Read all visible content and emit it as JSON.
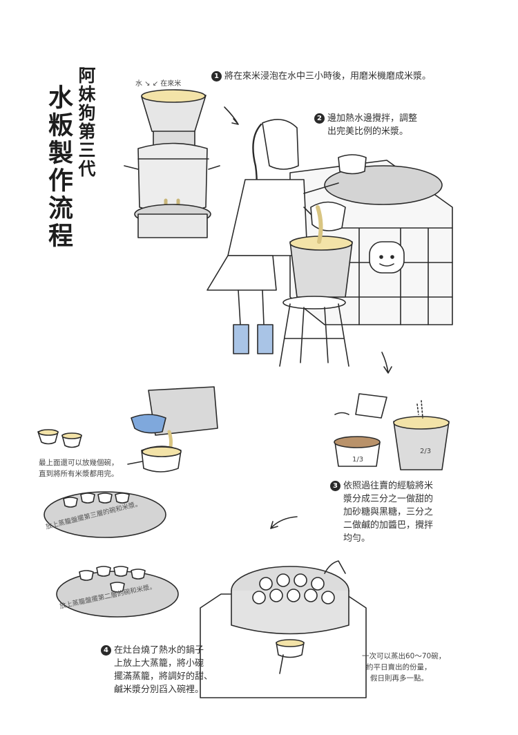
{
  "title": {
    "line1": "阿妹狗第三代",
    "line2": "水粄製作流程"
  },
  "steps": {
    "step1": {
      "num": "1",
      "text": "將在來米浸泡在水中三小時後，用磨米機磨成米漿。"
    },
    "step2": {
      "num": "2",
      "line1": "邊加熱水邊攪拌，調整",
      "line2": "出完美比例的米漿。"
    },
    "step3": {
      "num": "3",
      "line1": "依照過往賣的經驗將米",
      "line2": "漿分成三分之一做甜的",
      "line3": "加砂糖與黑糖，三分之",
      "line4": "二做鹹的加醬巴，攪拌",
      "line5": "均勻。"
    },
    "step4": {
      "num": "4",
      "line1": "在灶台燒了熱水的鍋子",
      "line2": "上放上大蒸籠，將小碗",
      "line3": "擺滿蒸籠，將調好的甜、",
      "line4": "鹹米漿分別舀入碗裡。"
    }
  },
  "notes": {
    "grinder_label": "水 ↘ ↙ 在來米",
    "extra_bowls_line1": "最上面還可以放幾個碗，",
    "extra_bowls_line2": "直到將所有米漿都用完。",
    "tray_layer3": "放上蒸籠盤擺第三層的碗和米漿。",
    "tray_layer2": "放上蒸籠盤擺第二層的碗和米漿。",
    "output_line1": "一次可以蒸出60～70碗，",
    "output_line2": "約平日賣出的份量，",
    "output_line3": "假日則再多一點。",
    "pot_fraction": "1/3",
    "bucket_fraction": "2/3"
  },
  "colors": {
    "ink": "#2a2a2a",
    "rice_milk": "#f3e3a8",
    "metal": "#d9d9d9",
    "boots": "#a9c4e6",
    "glove": "#7fa8dc",
    "brown_sugar": "#b9926a"
  }
}
